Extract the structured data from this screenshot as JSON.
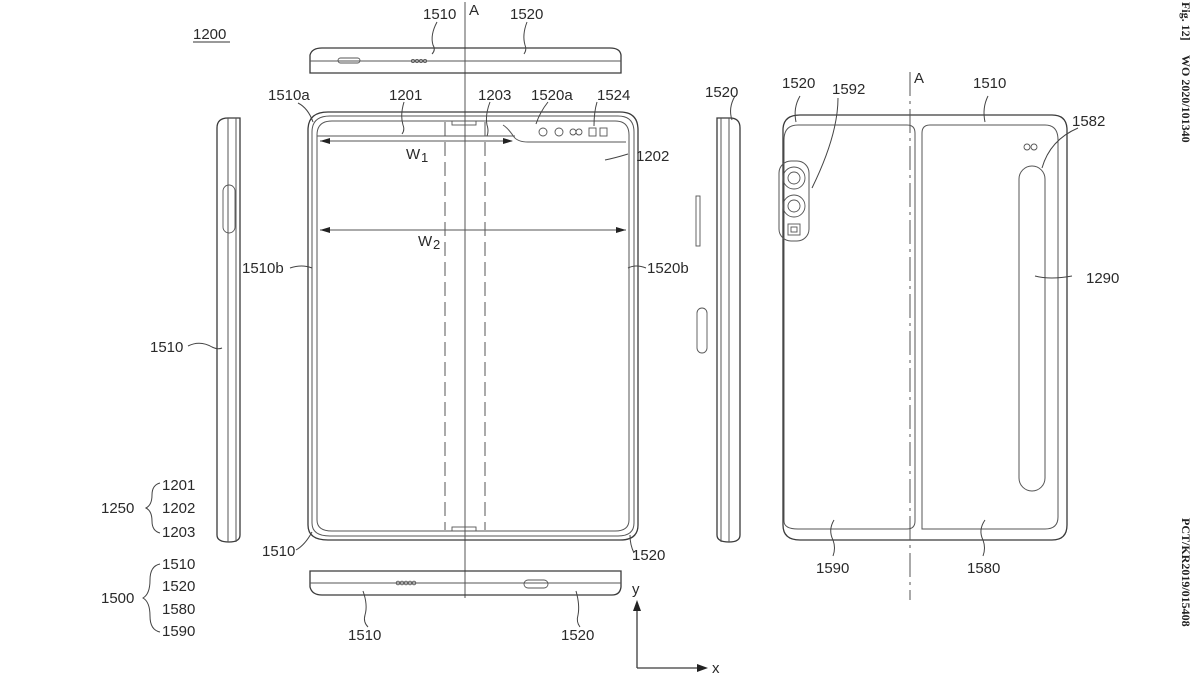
{
  "figure": {
    "title": "Fig. 12]",
    "reference_numeral": "1200",
    "section_axis": "A",
    "axes": {
      "y": "y",
      "x": "x"
    }
  },
  "margin_text": {
    "publication_number": "WO 2020/101340",
    "application_number": "PCT/KR2019/015408"
  },
  "top_view": {
    "labels": [
      "1510",
      "1520"
    ]
  },
  "front_view": {
    "labels": {
      "l1510a": "1510a",
      "l1201": "1201",
      "l1203": "1203",
      "l1520a": "1520a",
      "l1524": "1524",
      "l1202": "1202",
      "l1510b": "1510b",
      "l1520b": "1520b",
      "l1510_bottom": "1510",
      "l1520_bottom": "1520"
    },
    "dimensions": {
      "w1": "W",
      "w1_sub": "1",
      "w2": "W",
      "w2_sub": "2"
    }
  },
  "left_side_view": {
    "label": "1510"
  },
  "right_side_view": {
    "label": "1520"
  },
  "bottom_view": {
    "labels": [
      "1510",
      "1520"
    ]
  },
  "back_view": {
    "labels": {
      "l1520": "1520",
      "l1592": "1592",
      "l1510": "1510",
      "l1582": "1582",
      "l1290": "1290",
      "l1590": "1590",
      "l1580": "1580"
    }
  },
  "legend_groups": [
    {
      "group": "1250",
      "members": [
        "1201",
        "1202",
        "1203"
      ]
    },
    {
      "group": "1500",
      "members": [
        "1510",
        "1520",
        "1580",
        "1590"
      ]
    }
  ]
}
